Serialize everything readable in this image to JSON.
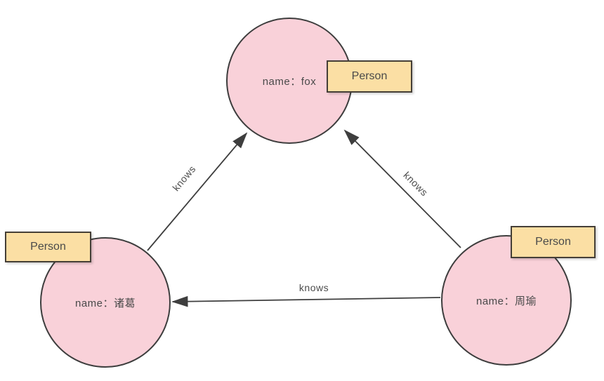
{
  "diagram": {
    "type": "graph",
    "background_color": "#ffffff",
    "colors": {
      "node_fill": "#f9d1d9",
      "node_stroke": "#3d3d3d",
      "label_fill": "#fbdfa4",
      "label_stroke": "#453f37",
      "edge_stroke": "#3e3e3e",
      "text": "#4a4a4a"
    },
    "nodes": [
      {
        "id": "fox",
        "label": "Person",
        "property": "name：fox"
      },
      {
        "id": "zhuge",
        "label": "Person",
        "property": "name：诸葛"
      },
      {
        "id": "zhouyu",
        "label": "Person",
        "property": "name：周瑜"
      }
    ],
    "edges": [
      {
        "from": "zhuge",
        "to": "fox",
        "label": "knows"
      },
      {
        "from": "zhouyu",
        "to": "fox",
        "label": "knows"
      },
      {
        "from": "zhouyu",
        "to": "zhuge",
        "label": "knows"
      }
    ]
  }
}
